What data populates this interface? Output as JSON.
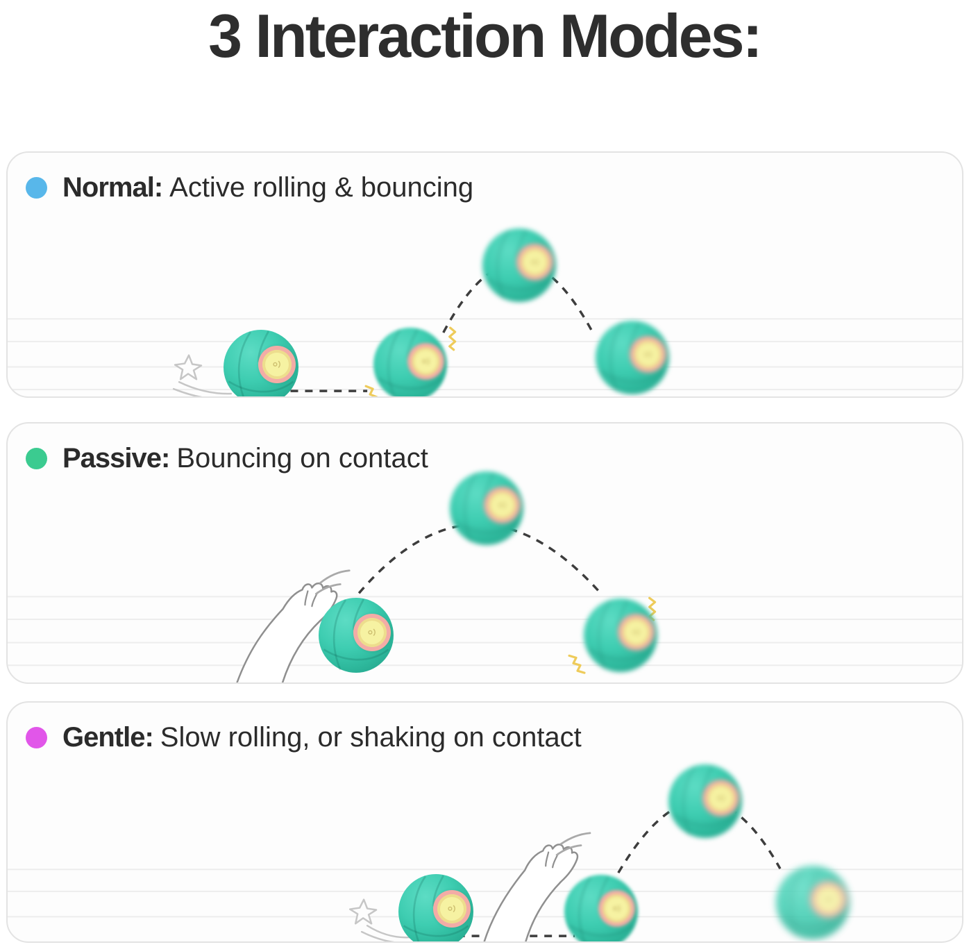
{
  "title": "3 Interaction Modes:",
  "modes": [
    {
      "label": "Normal:",
      "description": "Active rolling & bouncing",
      "dot_color": "#58b7ea"
    },
    {
      "label": "Passive:",
      "description": "Bouncing on contact",
      "dot_color": "#3bcb90"
    },
    {
      "label": "Gentle:",
      "description": "Slow rolling, or shaking on contact",
      "dot_color": "#e156e9"
    }
  ],
  "colors": {
    "ball_body": "#3ecdb1",
    "ball_ring_pink": "#f3aca6",
    "ball_center_yellow": "#f6f2a2",
    "trajectory_dash": "#3d3d3d",
    "impact_squiggle": "#eecb5a",
    "floor_line": "#ededed",
    "panel_border": "#e3e3e3"
  }
}
